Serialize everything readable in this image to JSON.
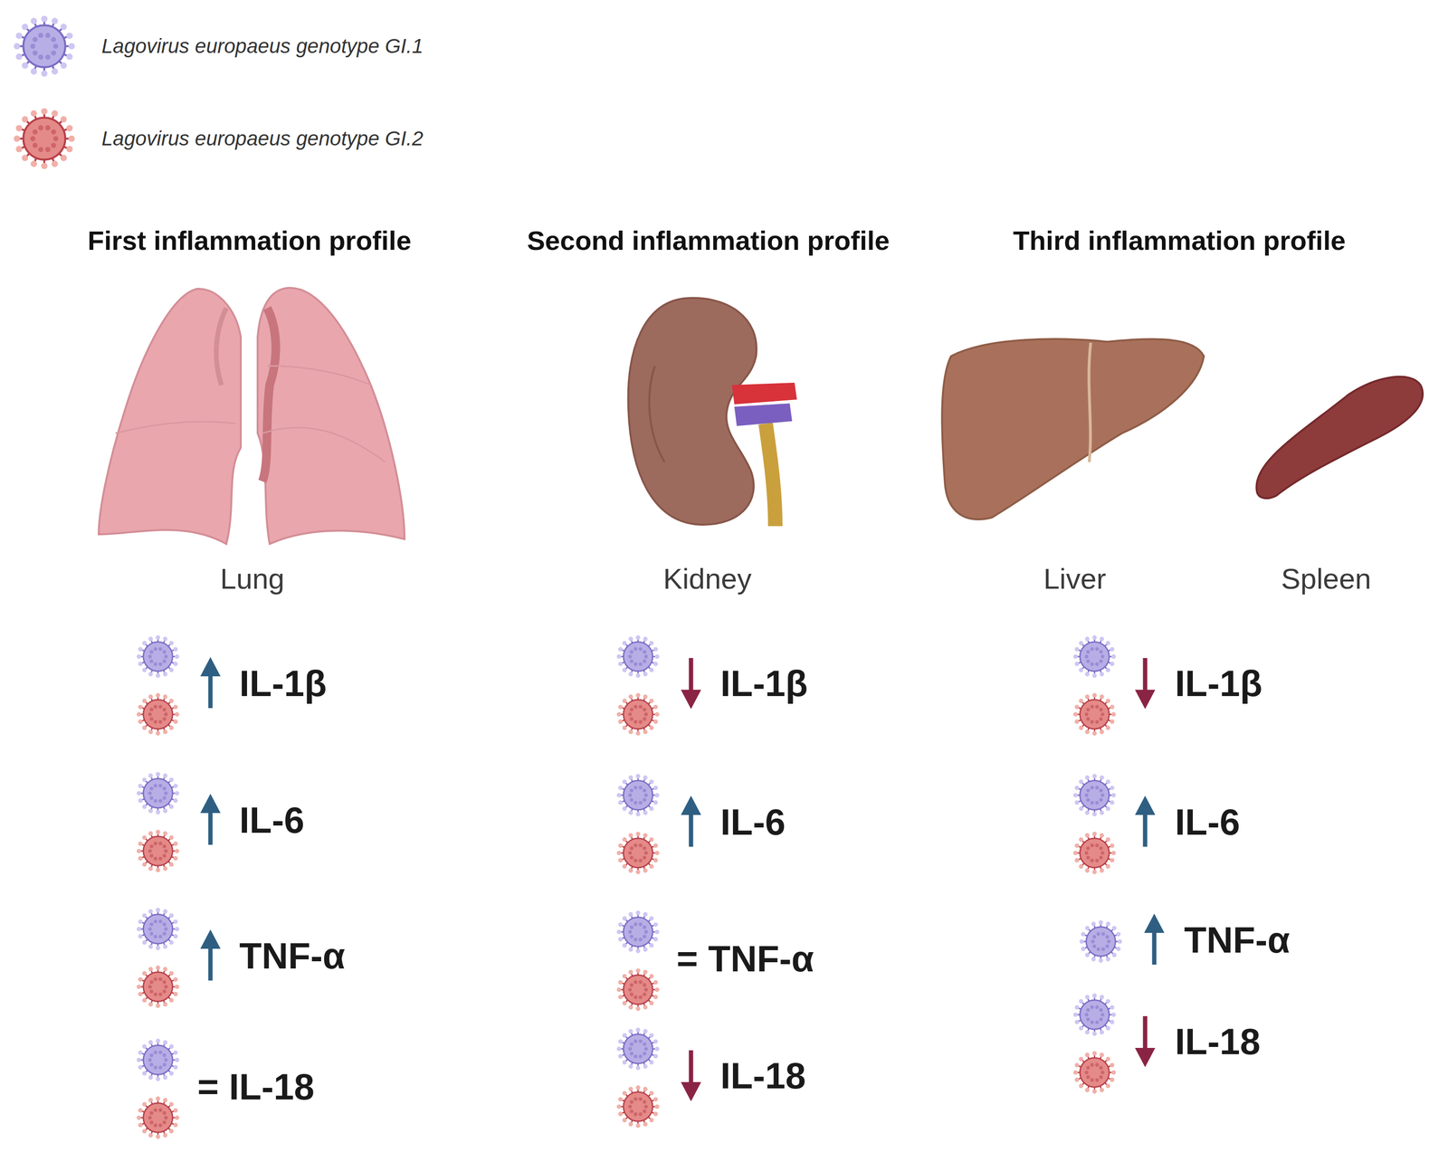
{
  "diagram": {
    "labels": [
      "First inflammation profile",
      "Second inflammation profile",
      "Third inflammation profile",
      "Lung",
      "Kidney",
      "Liver",
      "Spleen",
      "IL-1β",
      "IL-6",
      "TNF-α",
      "= IL-18",
      "IL-1β",
      "IL-6",
      "= TNF-α",
      "IL-18",
      "IL-1β",
      "IL-6",
      "TNF-α",
      "IL-18"
    ],
    "legend": [
      {
        "text": "Lagovirus europaeus genotype GI.1"
      },
      {
        "text": "Lagovirus europaeus genotype GI.2"
      }
    ]
  }
}
